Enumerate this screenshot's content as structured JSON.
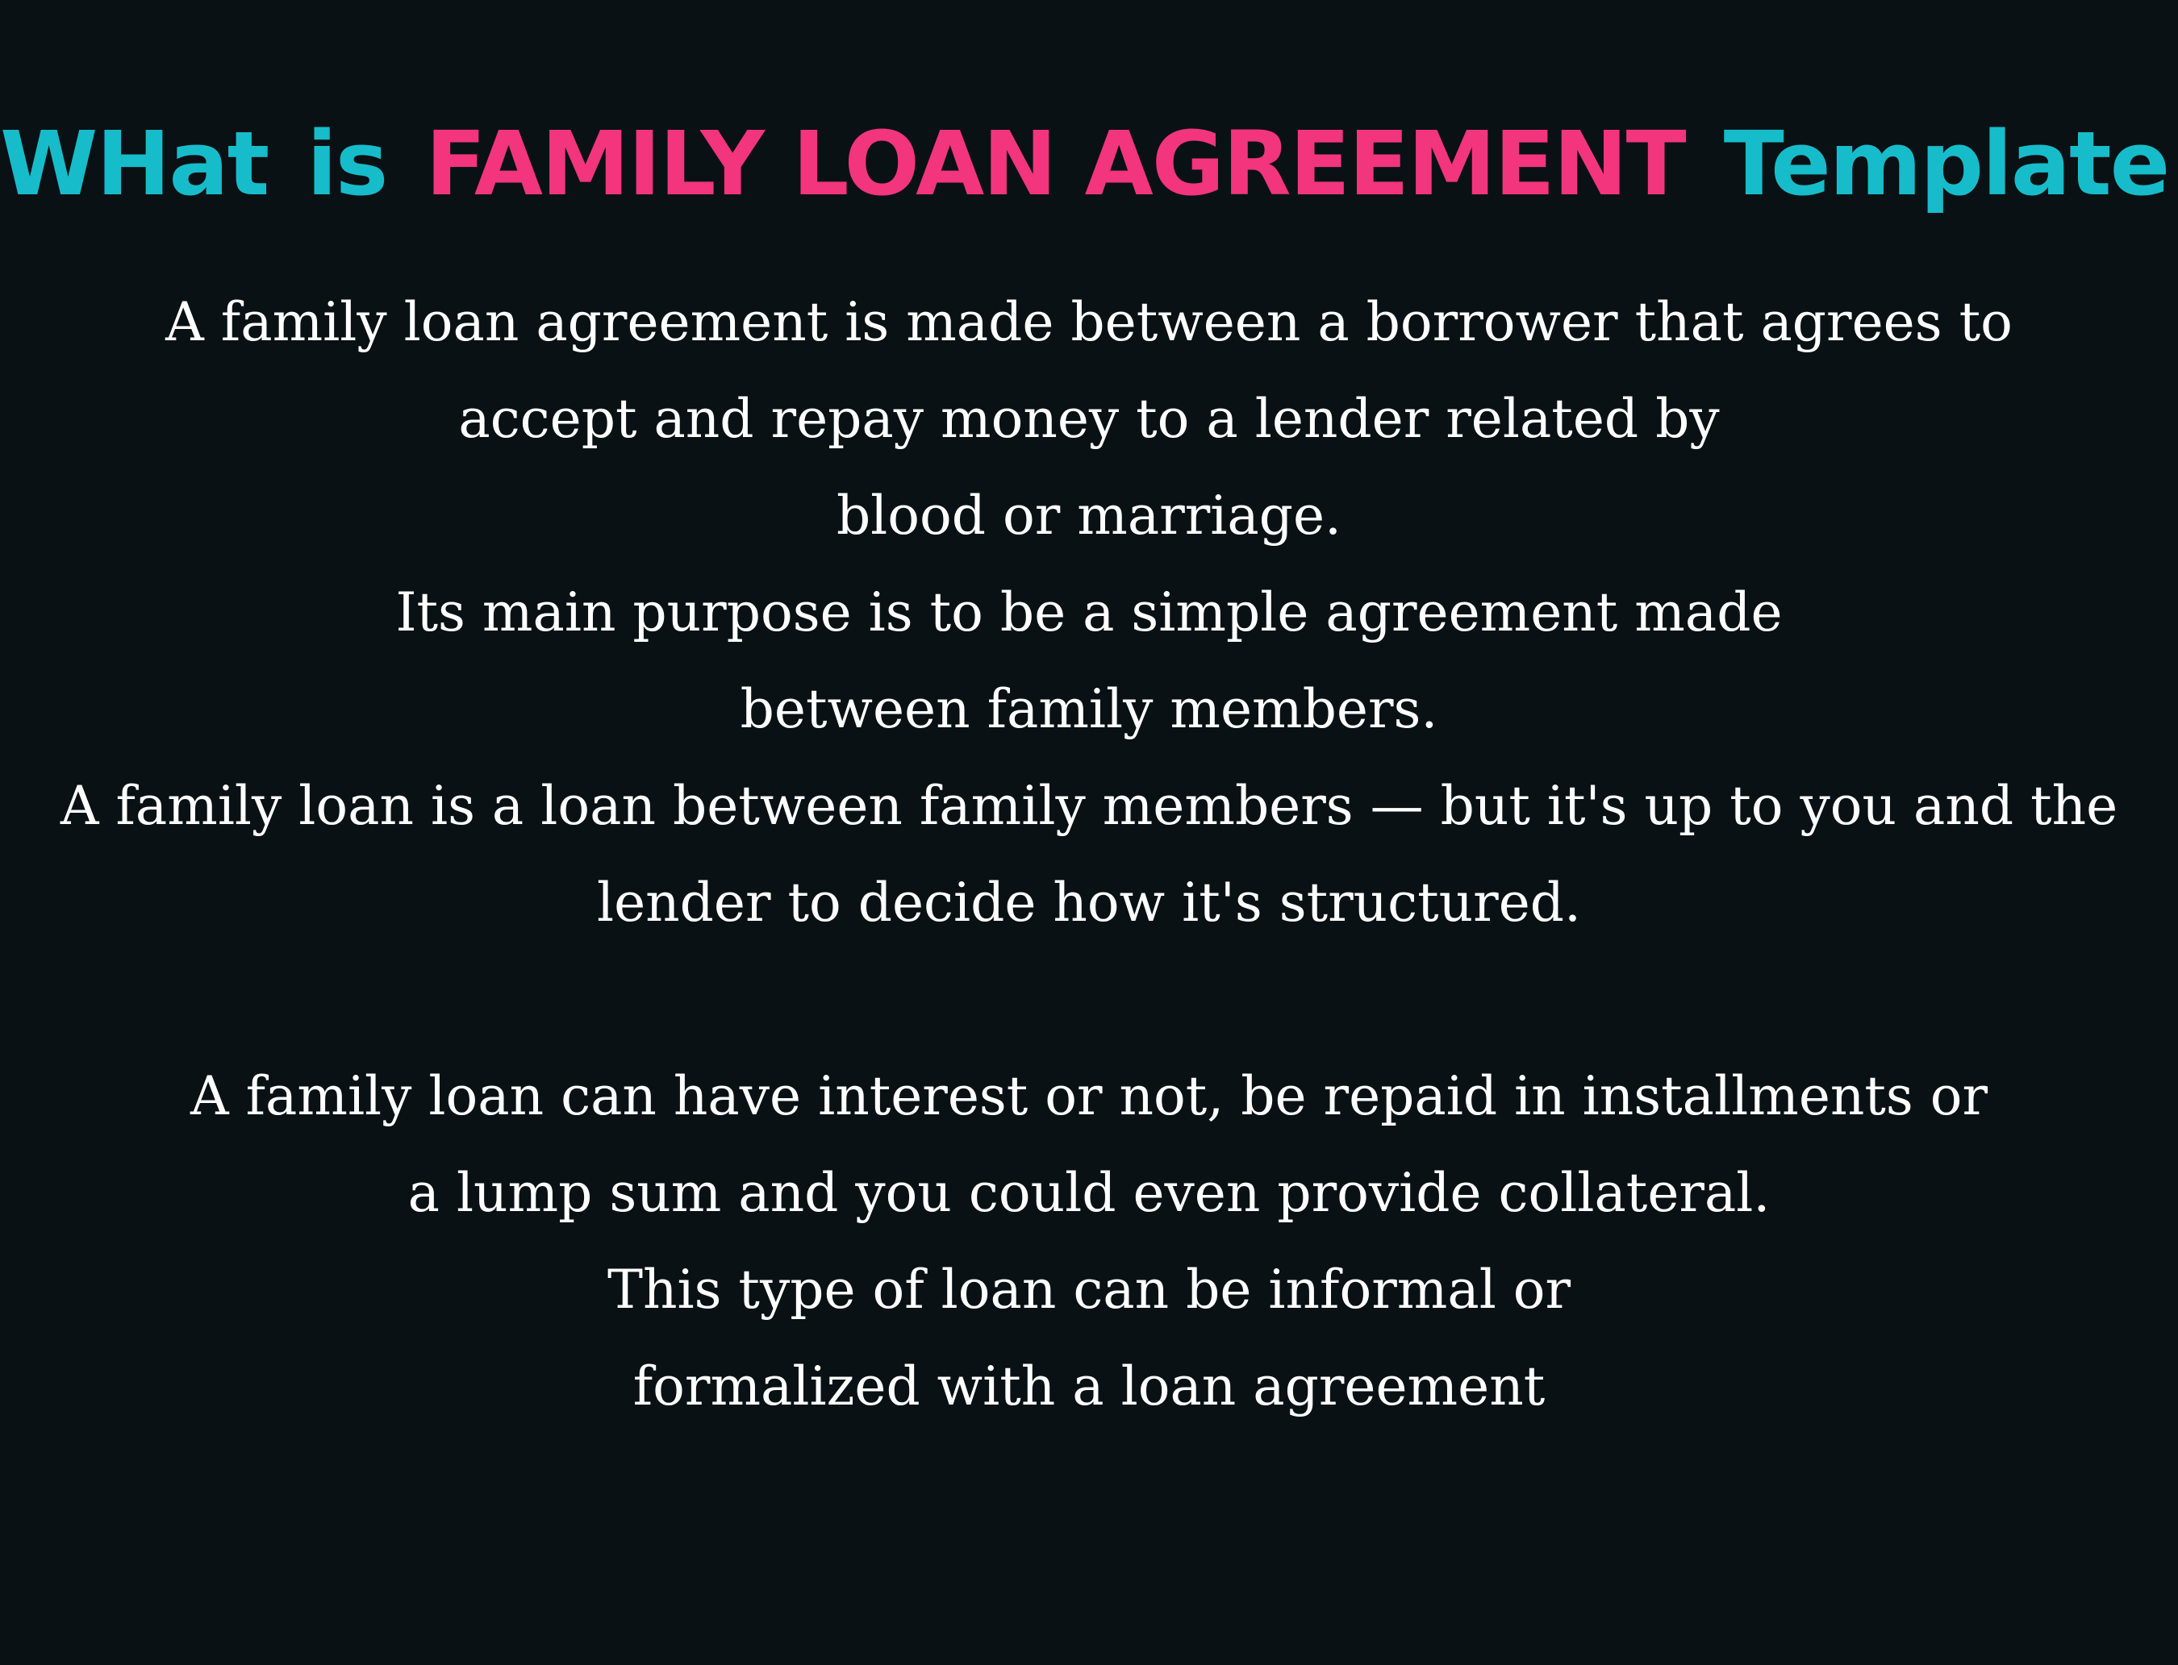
{
  "title": {
    "part1": "WHat",
    "part2": "is",
    "part3": "FAMILY LOAN AGREEMENT",
    "part4": "Template",
    "part5": "?"
  },
  "paragraph1": [
    "A family loan agreement is made between a borrower that agrees to",
    "accept and repay money to a lender related by",
    "blood or marriage.",
    "Its main purpose is to be a simple agreement made",
    "between family members.",
    "A family loan is a loan between family members — but it's up to you and the",
    "lender to decide how it's structured."
  ],
  "paragraph2": [
    "A family loan can have interest or not, be repaid in installments or",
    "a lump sum and you could even provide collateral.",
    "This type of loan can be informal or",
    "formalized with a loan agreement"
  ],
  "colors": {
    "background": "#091114",
    "cyan": "#17bcca",
    "pink": "#f2357c",
    "question_mark": "#f3e3f2",
    "body_text": "#ffffff"
  }
}
